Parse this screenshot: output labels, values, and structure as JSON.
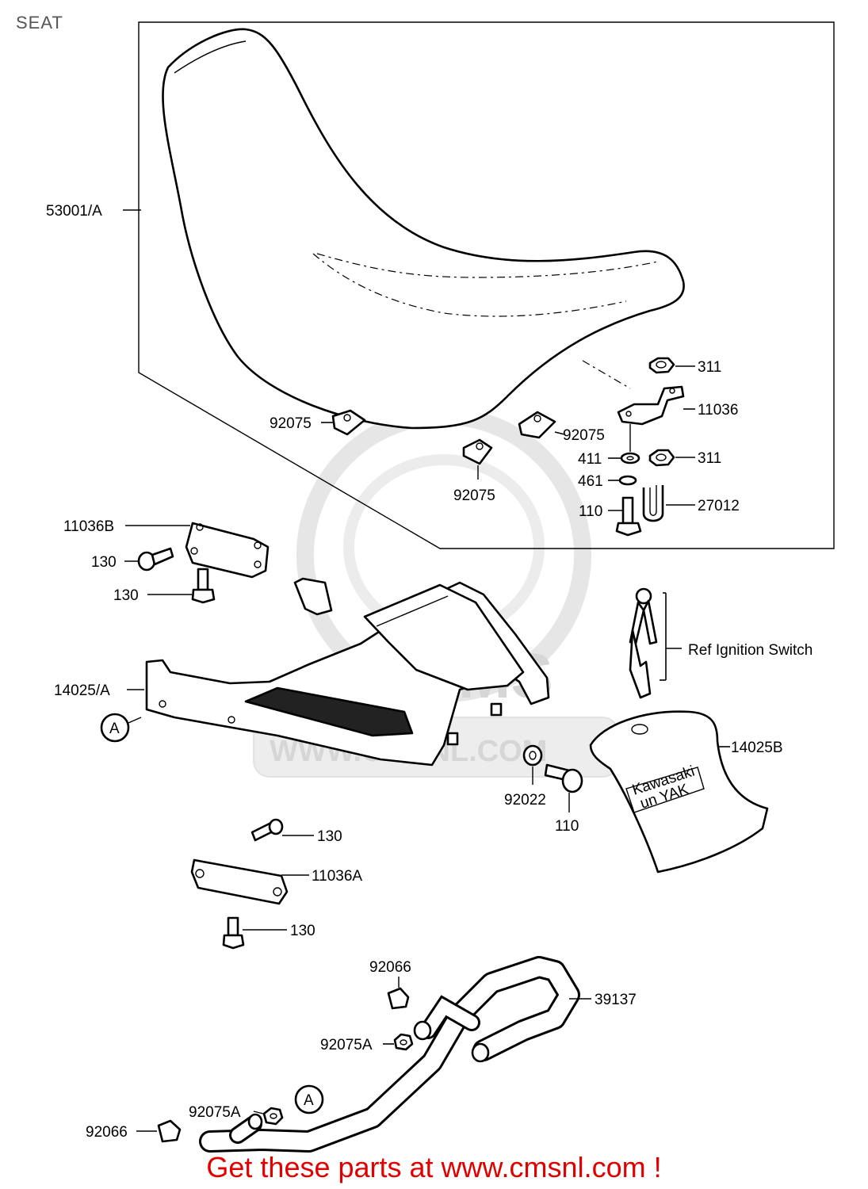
{
  "page": {
    "title": "SEAT"
  },
  "watermark": {
    "text": "CMS",
    "url": "WWW.CMSNL.COM"
  },
  "labels": {
    "seat": "53001/A",
    "nut_top": "311",
    "bracket": "11036",
    "clip_left": "92075",
    "clip_mid": "92075",
    "clip_right": "92075",
    "washer_411": "411",
    "nut_311b": "311",
    "washer_461": "461",
    "bolt_110_top": "110",
    "ubolt": "27012",
    "bracket_b": "11036B",
    "bolt_130a": "130",
    "bolt_130b": "130",
    "cover": "14025/A",
    "ref_a_left": "A",
    "ref_ignition": "Ref  Ignition  Switch",
    "side_cover": "14025B",
    "decal_text_1": "Kawasaki",
    "decal_text_2": "un   YAK",
    "washer_92022": "92022",
    "bolt_110_bottom": "110",
    "bolt_130c": "130",
    "bracket_a": "11036A",
    "bolt_130d": "130",
    "cap_92066_top": "92066",
    "grab_bar": "39137",
    "nut_92075a_top": "92075A",
    "ref_a_bottom": "A",
    "nut_92075a_bottom": "92075A",
    "cap_92066_bottom": "92066"
  },
  "promo": {
    "text": "Get these parts at www.cmsnl.com !"
  },
  "colors": {
    "promo": "#e00000",
    "ink": "#000000",
    "watermark": "#d6d6d6"
  }
}
